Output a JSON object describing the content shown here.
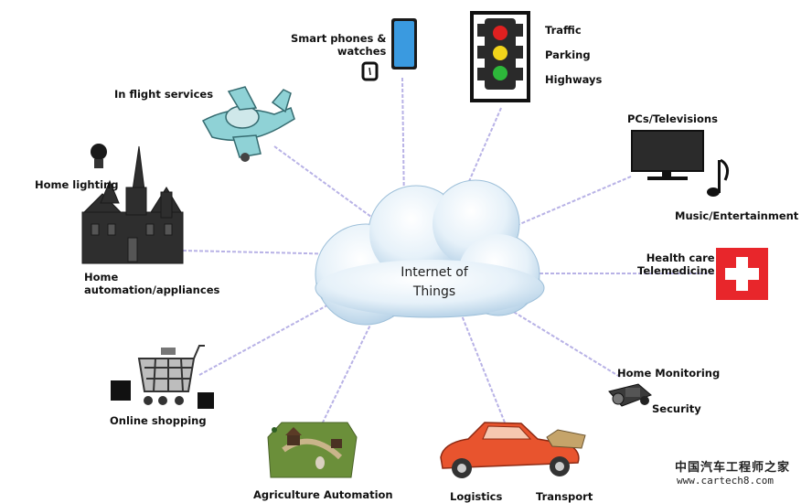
{
  "center": {
    "line1": "Internet of",
    "line2": "Things"
  },
  "nodes": {
    "smart_phones": {
      "line1": "Smart phones &",
      "line2": "watches"
    },
    "traffic": {
      "items": [
        "Traffic",
        "Parking",
        "Highways"
      ]
    },
    "in_flight": {
      "label": "In flight services"
    },
    "pcs": {
      "label": "PCs/Televisions"
    },
    "music": {
      "label": "Music/Entertainment"
    },
    "home_lighting": {
      "label": "Home lighting"
    },
    "home_automation": {
      "line1": "Home",
      "line2": "automation/appliances"
    },
    "health": {
      "line1": "Health care",
      "line2": "Telemedicine"
    },
    "online_shopping": {
      "label": "Online shopping"
    },
    "home_monitoring": {
      "label": "Home Monitoring"
    },
    "security": {
      "label": "Security"
    },
    "agriculture": {
      "label": "Agriculture Automation"
    },
    "logistics": {
      "label": "Logistics"
    },
    "transport": {
      "label": "Transport"
    }
  },
  "watermark": {
    "line1": "中国汽车工程师之家",
    "line2": "www.cartech8.com"
  },
  "colors": {
    "connector": "#b8b2e6",
    "cloud": "#cfe3f2",
    "traffic_frame": "#111111",
    "phone": "#3a9ae0",
    "health_red": "#e8262b",
    "car": "#e8542e"
  }
}
